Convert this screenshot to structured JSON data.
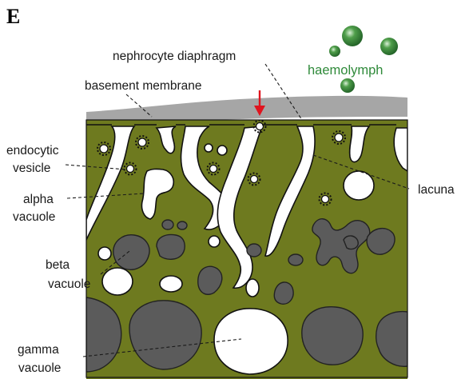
{
  "panel_letter": "E",
  "labels": {
    "nephrocyte_diaphragm": "nephrocyte diaphragm",
    "basement_membrane": "basement membrane",
    "haemolymph": "haemolymph",
    "endocytic_vesicle_line1": "endocytic",
    "endocytic_vesicle_line2": "vesicle",
    "alpha_vacuole_line1": "alpha",
    "alpha_vacuole_line2": "vacuole",
    "beta_vacuole_line1": "beta",
    "beta_vacuole_line2": "vacuole",
    "gamma_vacuole_line1": "gamma",
    "gamma_vacuole_line2": "vacuole",
    "lacuna": "lacuna"
  },
  "colors": {
    "cytoplasm": "#6e7a1f",
    "basement_membrane": "#a6a6a6",
    "vacuole_dark": "#5b5b5b",
    "vacuole_light": "#ffffff",
    "haemolymph": "#2f8a3a",
    "arrow": "#e0141e",
    "outline": "#111111"
  },
  "icons": {
    "arrow": "red-down-arrow-icon",
    "vesicle": "spiky-vesicle-icon",
    "haemolymph_drop": "green-sphere-icon"
  }
}
